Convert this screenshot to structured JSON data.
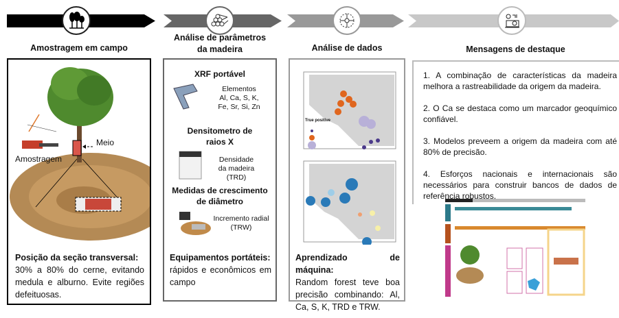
{
  "steps": [
    {
      "title": "Amostragem em campo",
      "icon": "forest-icon",
      "color": "#000000"
    },
    {
      "title_line1": "Análise de parâmetros",
      "title_line2": "da madeira",
      "icon": "logs-icon",
      "color": "#666666"
    },
    {
      "title": "Análise de dados",
      "icon": "network-icon",
      "color": "#999999"
    },
    {
      "title": "Mensagens de destaque",
      "icon": "gear-laptop-icon",
      "color": "#cccccc"
    }
  ],
  "field": {
    "label_meio": "Meio",
    "label_amostragem": "Amostragem",
    "summary_bold": "Posição da seção transversal:",
    "summary_text": "30% a 80% do cerne, evitando medula e alburno. Evite regiões defeituosas."
  },
  "wood": {
    "xrf_title": "XRF portável",
    "xrf_desc_1": "Elementos",
    "xrf_desc_2": "Al, Ca, S, K,",
    "xrf_desc_3": "Fe, Sr, Si, Zn",
    "dens_title_1": "Densitometro de",
    "dens_title_2": "raios X",
    "dens_desc_1": "Densidade",
    "dens_desc_2": "da madeira",
    "dens_desc_3": "(TRD)",
    "growth_title_1": "Medidas de crescimento",
    "growth_title_2": "de diâmetro",
    "growth_desc_1": "Incremento radial",
    "growth_desc_2": "(TRW)",
    "summary_bold": "Equipamentos portáteis:",
    "summary_text": "rápidos e econômicos em campo"
  },
  "data": {
    "legend_title": "True positive",
    "summary_bold": "Aprendizado de máquina:",
    "summary_text": "Random forest teve boa precisão combinando: Al, Ca, S, K, TRD e TRW."
  },
  "messages": [
    "1. A combinação de características da madeira melhora a rastreabilidade da origem da madeira.",
    "2. O Ca se destaca como um marcador geoquímico confiável.",
    "3. Modelos preveem a origem da madeira com até 80% de precisão.",
    "4. Esforços nacionais e internacionais são necessários para construir bancos de dados de referência robustos."
  ]
}
